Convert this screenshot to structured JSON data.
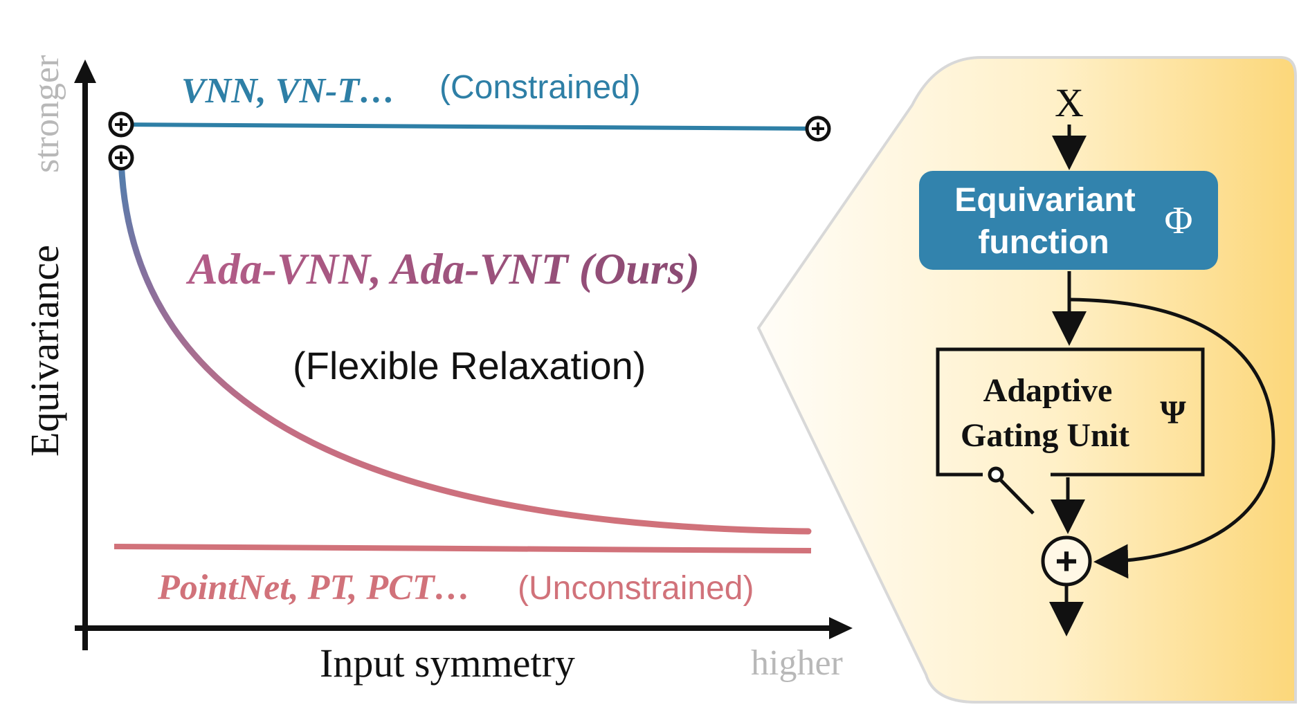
{
  "left_panel": {
    "y_axis_label": "Equivariance",
    "y_axis_end": "stronger",
    "x_axis_label": "Input symmetry",
    "x_axis_end": "higher",
    "constrained": {
      "models": "VNN, VN-T…",
      "tag": "(Constrained)",
      "color": "#2e7fa6"
    },
    "ours": {
      "models": "Ada-VNN, Ada-VNT (Ours)",
      "tag": "(Flexible Relaxation)",
      "color_top": "#4d7fae",
      "color_bottom": "#d1727a"
    },
    "unconstrained": {
      "models": "PointNet, PT, PCT…",
      "tag": "(Unconstrained)",
      "color": "#d1727a"
    },
    "marker_symbol": "⊕"
  },
  "right_panel": {
    "input_label": "X",
    "equivariant_block": {
      "line1": "Equivariant",
      "line2": "function",
      "symbol": "Φ",
      "color": "#3283ad"
    },
    "gating_block": {
      "line1": "Adaptive",
      "line2": "Gating Unit",
      "symbol": "Ψ"
    },
    "sum_symbol": "+",
    "bg_color_light": "#fffdf6",
    "bg_color_dark": "#fcd77a"
  }
}
